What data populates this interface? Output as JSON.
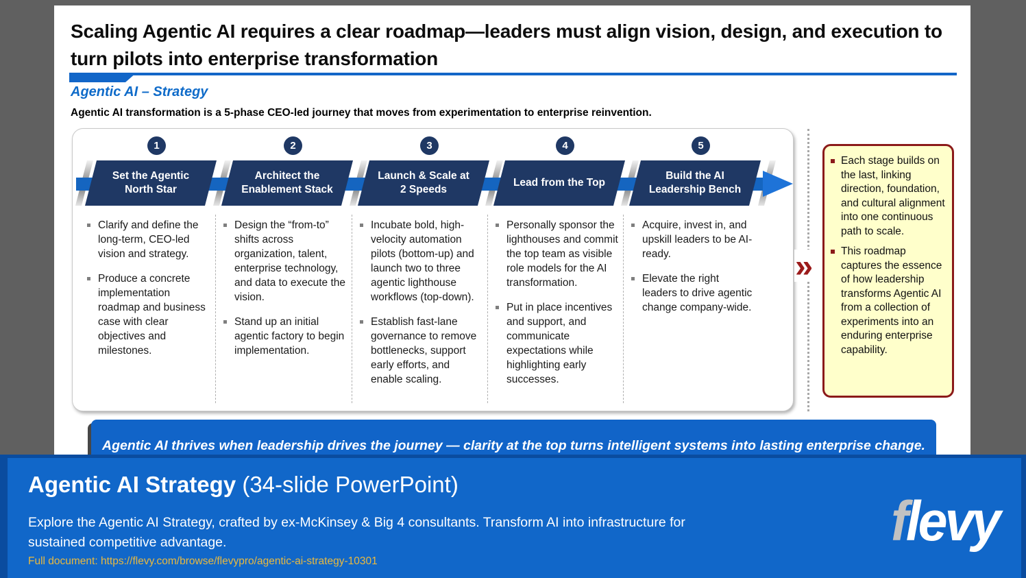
{
  "slide": {
    "title": "Scaling Agentic AI requires a clear roadmap—leaders must align vision, design, and execution to turn pilots into enterprise transformation",
    "subtitle": "Agentic AI – Strategy",
    "intro": "Agentic AI transformation is a 5-phase CEO-led journey that moves from experimentation to enterprise reinvention.",
    "phases": [
      {
        "number": "1",
        "title": "Set the Agentic North Star",
        "bullets": [
          "Clarify and define the long-term, CEO-led vision and strategy.",
          "Produce a concrete implementation roadmap and business case with clear objectives and milestones."
        ]
      },
      {
        "number": "2",
        "title": "Architect the Enablement Stack",
        "bullets": [
          "Design the “from-to” shifts across organization, talent, enterprise technology, and data to execute the vision.",
          "Stand up an initial agentic factory to begin implementation."
        ]
      },
      {
        "number": "3",
        "title": "Launch & Scale at 2 Speeds",
        "bullets": [
          "Incubate bold, high-velocity automation pilots (bottom-up) and launch two to three agentic lighthouse workflows (top-down).",
          "Establish fast-lane governance to remove bottlenecks, support early efforts, and enable scaling."
        ]
      },
      {
        "number": "4",
        "title": "Lead from the Top",
        "bullets": [
          "Personally sponsor the lighthouses and commit the top team as visible role models for the AI transformation.",
          "Put in place incentives and support, and communicate expectations while highlighting early successes."
        ]
      },
      {
        "number": "5",
        "title": "Build the AI Leadership Bench",
        "bullets": [
          "Acquire, invest in, and upskill leaders to be AI-ready.",
          "Elevate the right leaders to drive agentic change company-wide."
        ]
      }
    ],
    "side_note": {
      "bullets": [
        "Each stage builds on the last, linking direction, foundation, and cultural alignment into one continuous path to scale.",
        "This roadmap captures the essence of how leadership transforms Agentic AI from a collection of experiments into an enduring enterprise capability."
      ]
    },
    "banner": "Agentic AI thrives when leadership drives the journey — clarity at the top turns intelligent systems into lasting enterprise change."
  },
  "footer": {
    "title": "Agentic AI Strategy",
    "title_suffix": " (34-slide PowerPoint)",
    "description": "Explore the Agentic AI Strategy, crafted by ex-McKinsey & Big 4 consultants. Transform AI into infrastructure for sustained competitive advantage.",
    "link_label": "Full document: ",
    "link_url": "https://flevy.com/browse/flevypro/agentic-ai-strategy-10301",
    "logo": {
      "first_letter": "f",
      "rest": "levy"
    }
  },
  "icons": {
    "double_chevron": "»"
  },
  "colors": {
    "navy": "#1f3864",
    "band_blue": "#1565c0",
    "arrow_blue": "#1e73d8",
    "accent_blue": "#1266c8",
    "subtitle_blue": "#0f6bc9",
    "note_fill": "#ffffcb",
    "note_border": "#8b1a1a",
    "banner_blue": "#1164c8",
    "footer_dark_blue": "#0a4c9f",
    "footer_blue": "#1167c9",
    "link_gold": "#e9b93f",
    "background_gray": "#606060"
  }
}
